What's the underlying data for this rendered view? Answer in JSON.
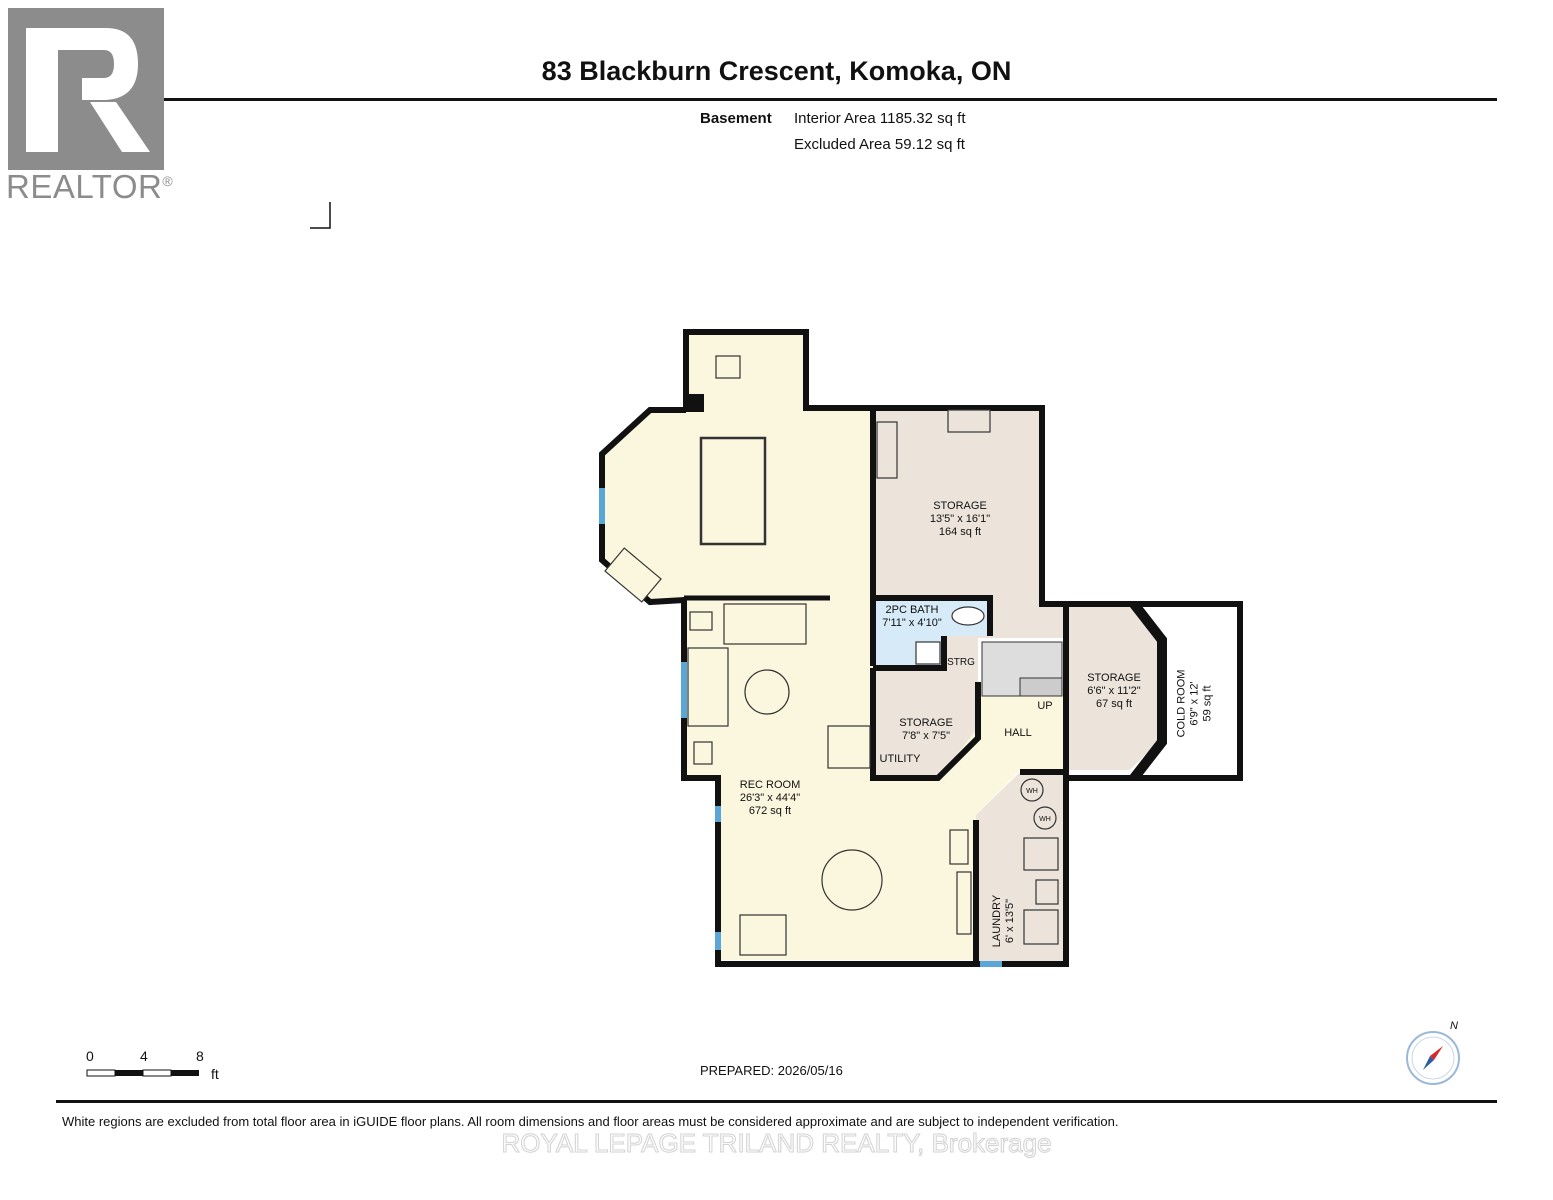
{
  "header": {
    "title": "83 Blackburn Crescent, Komoka, ON",
    "level": "Basement",
    "interior_area": "Interior Area 1185.32 sq ft",
    "excluded_area": "Excluded Area 59.12 sq ft"
  },
  "logo": {
    "name": "REALTOR",
    "symbol": "®",
    "color": "#8c8c8c"
  },
  "rooms": {
    "storage_main": {
      "name": "STORAGE",
      "dims": "13'5\" x 16'1\"",
      "area": "164 sq ft"
    },
    "bath": {
      "name": "2PC BATH",
      "dims": "7'11\" x 4'10\""
    },
    "strg": {
      "name": "STRG"
    },
    "storage_small": {
      "name": "STORAGE",
      "dims": "7'8\" x 7'5\""
    },
    "utility": {
      "name": "UTILITY"
    },
    "storage_right": {
      "name": "STORAGE",
      "dims": "6'6\" x 11'2\"",
      "area": "67 sq ft"
    },
    "cold_room": {
      "name": "COLD ROOM",
      "dims": "6'9\" x 12'",
      "area": "59 sq ft"
    },
    "hall": {
      "name": "HALL"
    },
    "up": {
      "name": "UP"
    },
    "rec_room": {
      "name": "REC ROOM",
      "dims": "26'3\" x 44'4\"",
      "area": "672 sq ft"
    },
    "laundry": {
      "name": "LAUNDRY",
      "dims": "6' x 13'5\""
    },
    "wh1": "WH",
    "wh2": "WH"
  },
  "colors": {
    "rec_room_fill": "#fbf7de",
    "storage_fill": "#ece4da",
    "bath_fill": "#d6eaf8",
    "wall": "#111111",
    "window": "#5aa6d6"
  },
  "scale": {
    "ticks": [
      "0",
      "4",
      "8"
    ],
    "unit": "ft"
  },
  "footer": {
    "prepared": "PREPARED: 2026/05/16",
    "disclaimer": "White regions are excluded from total floor area in iGUIDE floor plans. All room dimensions and floor areas must be considered approximate and are subject to independent verification.",
    "brokerage": "ROYAL LEPAGE TRILAND REALTY, Brokerage"
  },
  "compass": {
    "north_label": "N"
  }
}
